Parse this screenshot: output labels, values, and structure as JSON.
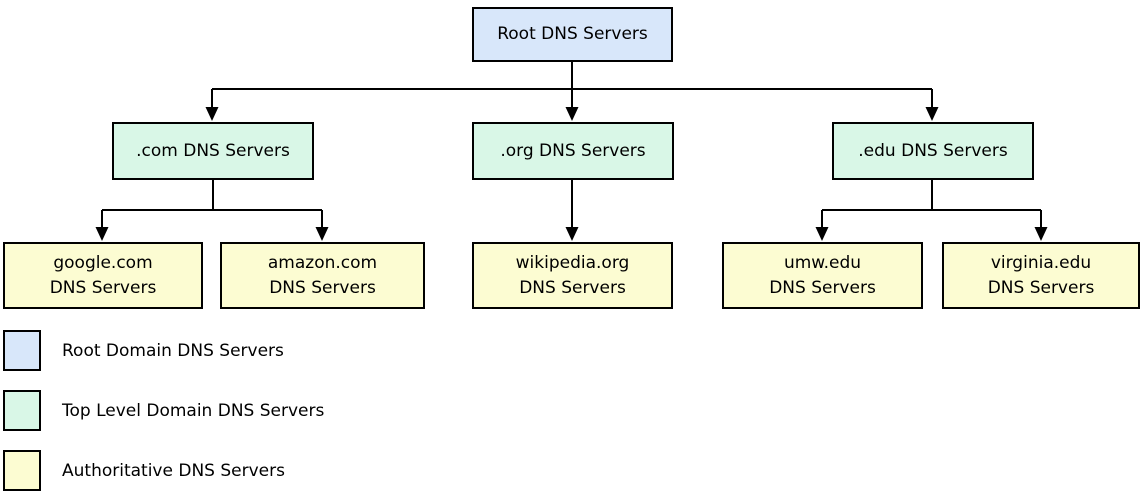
{
  "diagram": {
    "root": {
      "label": "Root DNS Servers",
      "color": "#d8e7fa"
    },
    "tld_nodes": [
      {
        "label": ".com DNS Servers",
        "color": "#d9f7e7"
      },
      {
        "label": ".org DNS Servers",
        "color": "#d9f7e7"
      },
      {
        "label": ".edu DNS Servers",
        "color": "#d9f7e7"
      }
    ],
    "auth_nodes": [
      {
        "line1": "google.com",
        "line2": "DNS Servers",
        "color": "#fcfcd2"
      },
      {
        "line1": "amazon.com",
        "line2": "DNS Servers",
        "color": "#fcfcd2"
      },
      {
        "line1": "wikipedia.org",
        "line2": "DNS Servers",
        "color": "#fcfcd2"
      },
      {
        "line1": "umw.edu",
        "line2": "DNS Servers",
        "color": "#fcfcd2"
      },
      {
        "line1": "virginia.edu",
        "line2": "DNS Servers",
        "color": "#fcfcd2"
      }
    ]
  },
  "legend": {
    "items": [
      {
        "label": "Root Domain DNS Servers",
        "color": "#d8e7fa"
      },
      {
        "label": "Top Level Domain DNS Servers",
        "color": "#d9f7e7"
      },
      {
        "label": "Authoritative DNS Servers",
        "color": "#fcfcd2"
      }
    ]
  },
  "colors": {
    "line": "#000000",
    "border": "#000000",
    "background": "#ffffff"
  }
}
